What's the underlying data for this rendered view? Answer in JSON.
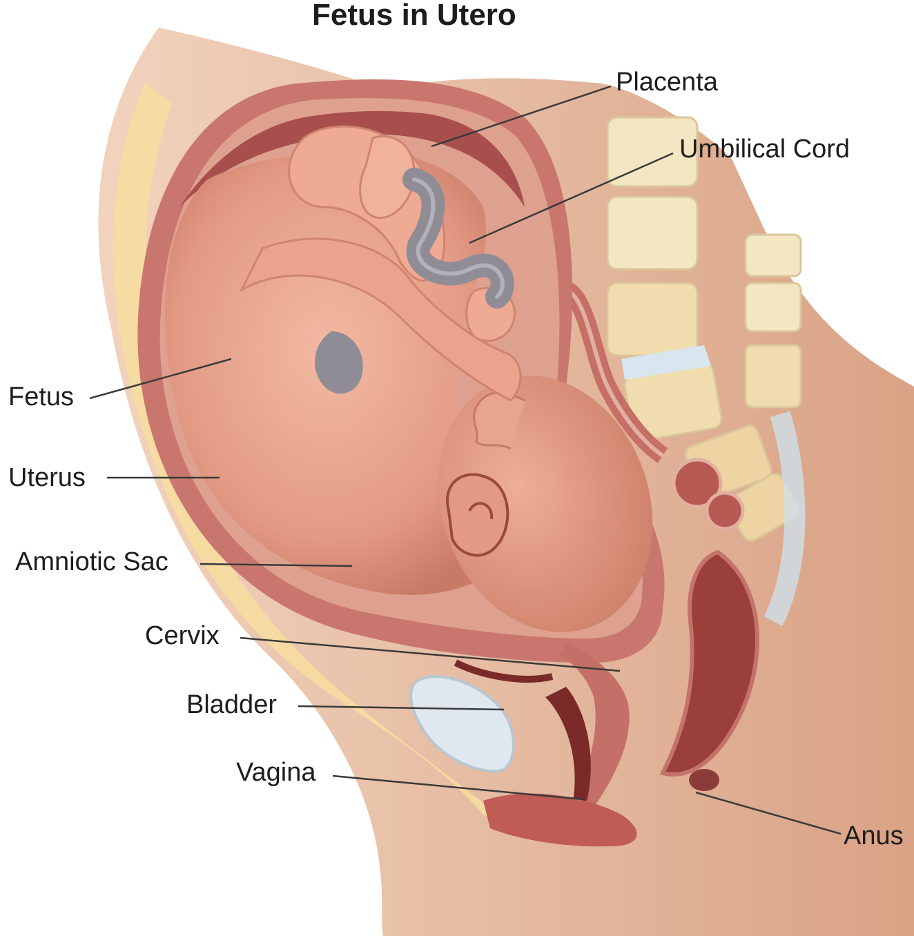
{
  "title": "Fetus in Utero",
  "labels": {
    "placenta": "Placenta",
    "umbilical_cord": "Umbilical Cord",
    "fetus": "Fetus",
    "uterus": "Uterus",
    "amniotic_sac": "Amniotic Sac",
    "cervix": "Cervix",
    "bladder": "Bladder",
    "vagina": "Vagina",
    "anus": "Anus"
  },
  "colors": {
    "skin": "#e8b69a",
    "skin_dark": "#c98a70",
    "uterus_wall": "#c9776e",
    "uterus_inner": "#a84f4d",
    "fetus": "#eaa48d",
    "fetus_shadow": "#d5806c",
    "cord": "#8f8c95",
    "bone": "#f4e6c2",
    "bone_speckle": "#c9a66f",
    "fat": "#f6dba0",
    "bladder": "#dfe8ee",
    "leader_line": "#3a3a3a"
  }
}
